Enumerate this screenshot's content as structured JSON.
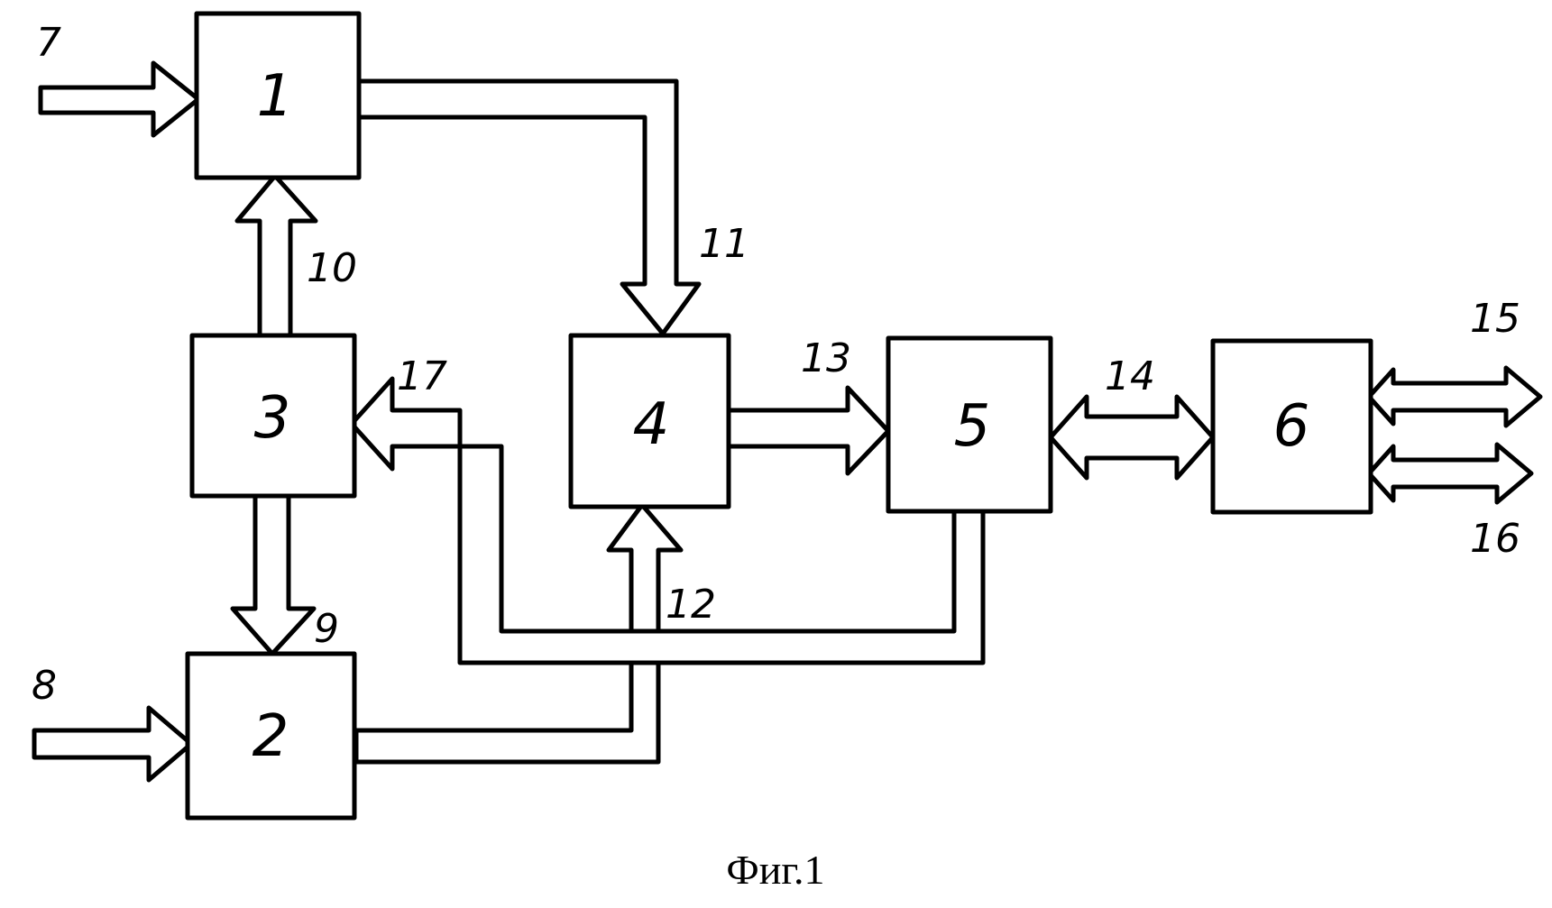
{
  "blocks": {
    "b1": "1",
    "b2": "2",
    "b3": "3",
    "b4": "4",
    "b5": "5",
    "b6": "6"
  },
  "buses": {
    "l7": "7",
    "l8": "8",
    "l9": "9",
    "l10": "10",
    "l11": "11",
    "l12": "12",
    "l13": "13",
    "l14": "14",
    "l15": "15",
    "l16": "16",
    "l17": "17"
  },
  "caption": "Фиг.1"
}
